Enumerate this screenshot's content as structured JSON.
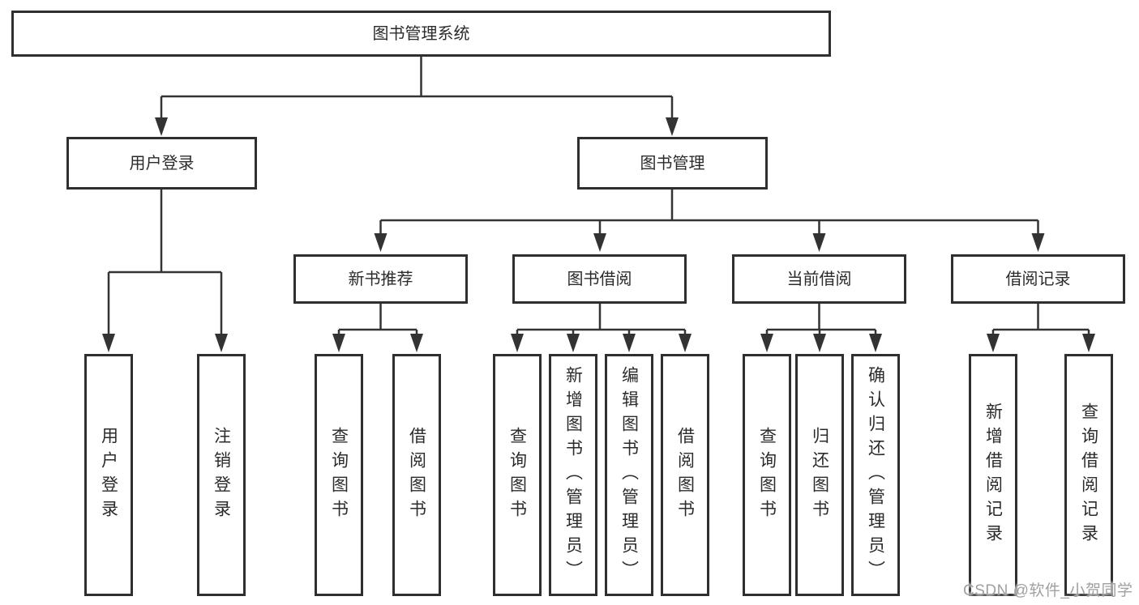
{
  "tree": {
    "root": "图书管理系统",
    "children": [
      {
        "label": "用户登录",
        "children": [
          "用户登录",
          "注销登录"
        ]
      },
      {
        "label": "图书管理",
        "children": [
          {
            "label": "新书推荐",
            "children": [
              "查询图书",
              "借阅图书"
            ]
          },
          {
            "label": "图书借阅",
            "children": [
              "查询图书",
              "新增图书（管理员）",
              "编辑图书（管理员）",
              "借阅图书"
            ]
          },
          {
            "label": "当前借阅",
            "children": [
              "查询图书",
              "归还图书",
              "确认归还（管理员）"
            ]
          },
          {
            "label": "借阅记录",
            "children": [
              "新增借阅记录",
              "查询借阅记录"
            ]
          }
        ]
      }
    ]
  },
  "watermark": {
    "text": "CSDN @软件_小贺同学"
  },
  "colors": {
    "line": "#333333",
    "box_border": "#2f2f2f",
    "box_fill": "#ffffff",
    "text": "#2b2b2b",
    "watermark": "#a0a0a0"
  }
}
